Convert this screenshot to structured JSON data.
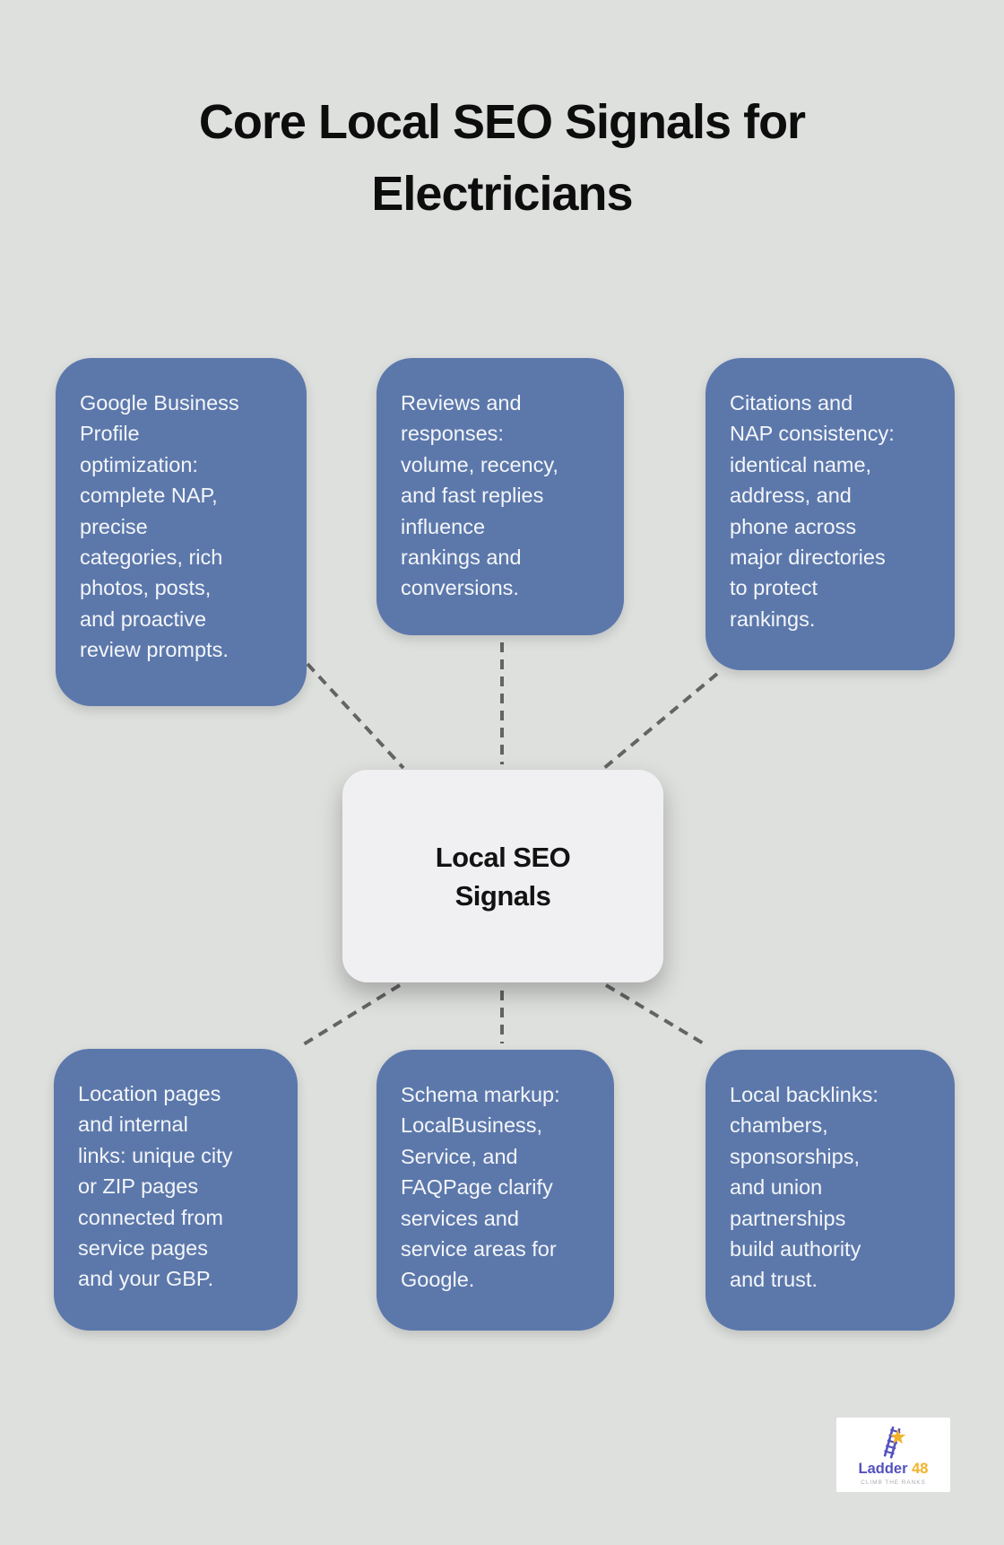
{
  "page": {
    "title_lines": [
      "Core Local SEO Signals for",
      "Electricians"
    ],
    "background_color": "#dee0de"
  },
  "center_node": {
    "label_lines": [
      "Local SEO",
      "Signals"
    ],
    "background_color": "#f0f0f2",
    "text_color": "#121212"
  },
  "signal_boxes": [
    {
      "id": "google-business-profile",
      "position": "top-left",
      "lines": [
        "Google Business",
        "Profile",
        "optimization:",
        "complete NAP,",
        "precise",
        "categories, rich",
        "photos, posts,",
        "and proactive",
        "review prompts."
      ]
    },
    {
      "id": "reviews-and-responses",
      "position": "top-middle",
      "lines": [
        "Reviews and",
        "responses:",
        "volume, recency,",
        "and fast replies",
        "influence",
        "rankings and",
        "conversions."
      ]
    },
    {
      "id": "citations-nap-consistency",
      "position": "top-right",
      "lines": [
        "Citations and",
        "NAP consistency:",
        "identical name,",
        "address, and",
        "phone across",
        "major directories",
        "to protect",
        "rankings."
      ]
    },
    {
      "id": "location-pages-internal-links",
      "position": "bottom-left",
      "lines": [
        "Location pages",
        "and internal",
        "links: unique city",
        "or ZIP pages",
        "connected from",
        "service pages",
        "and your GBP."
      ]
    },
    {
      "id": "schema-markup",
      "position": "bottom-middle",
      "lines": [
        "Schema markup:",
        "LocalBusiness,",
        "Service, and",
        "FAQPage clarify",
        "services and",
        "service areas for",
        "Google."
      ]
    },
    {
      "id": "local-backlinks",
      "position": "bottom-right",
      "lines": [
        "Local backlinks:",
        "chambers,",
        "sponsorships,",
        "and union",
        "partnerships",
        "build authority",
        "and trust."
      ]
    }
  ],
  "colors": {
    "signal_box_background": "#5c78ab",
    "signal_box_text": "#f4f6f9",
    "connector_line": "#646464",
    "title_text": "#0d0d0d",
    "logo_primary": "#5452be",
    "logo_accent": "#f2b32a"
  },
  "logo": {
    "icon": "ladder-star-icon",
    "name_primary": "Ladder",
    "name_accent": "48",
    "tagline": "CLIMB THE RANKS"
  }
}
